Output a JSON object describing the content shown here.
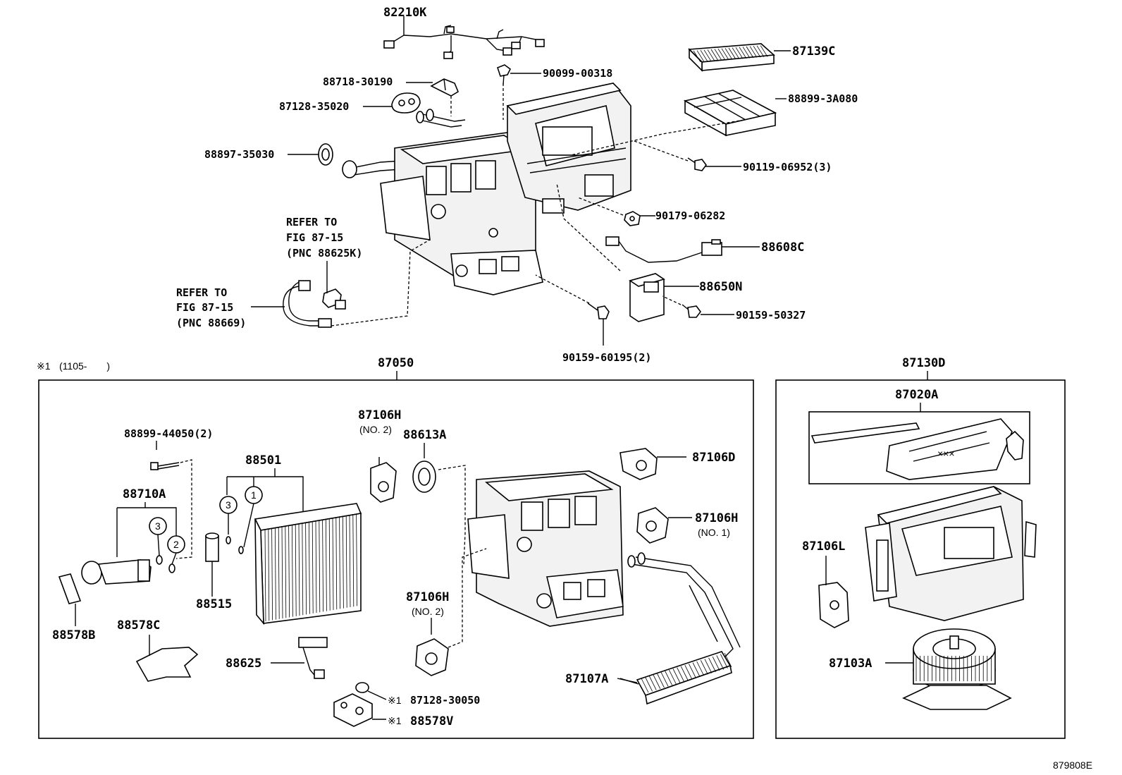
{
  "diagram_code": "879808E",
  "note_prefix": "※1",
  "note_range": "(1105-　　)",
  "assemblies": {
    "heater_unit": "87050",
    "blower_unit": "87130D"
  },
  "upper_labels": {
    "wire_82210K": "82210K",
    "filter_87139C": "87139C",
    "clip_88718": "88718-30190",
    "screw_90099": "90099-00318",
    "grommet_87128": "87128-35020",
    "case_88899": "88899-3A080",
    "seal_88897": "88897-35030",
    "screw_90119": "90119-06952(3)",
    "nut_90179": "90179-06282",
    "wire_88608C": "88608C",
    "amp_88650N": "88650N",
    "screw_90159_50327": "90159-50327",
    "screw_90159_60195": "90159-60195(2)"
  },
  "refer_notes": {
    "a_line1": "REFER TO",
    "a_line2": "FIG 87-15",
    "a_line3": "(PNC 88625K)",
    "b_line1": "REFER TO",
    "b_line2": "FIG 87-15",
    "b_line3": "(PNC 88669)"
  },
  "lower_labels": {
    "bolt_88899": "88899-44050(2)",
    "valve_88710A": "88710A",
    "evap_88501": "88501",
    "valve_88515": "88515",
    "pad_88578B": "88578B",
    "pad_88578C": "88578C",
    "sensor_88625": "88625",
    "servo_87106H_a": "87106H",
    "servo_87106H_a_sub": "(NO. 2)",
    "gear_88613A": "88613A",
    "servo_87106D": "87106D",
    "servo_87106H_b": "87106H",
    "servo_87106H_b_sub": "(NO. 1)",
    "servo_87106H_c": "87106H",
    "servo_87106H_c_sub": "(NO. 2)",
    "core_87107A": "87107A",
    "seal_87128_30050": "87128-30050",
    "cushion_88578V": "88578V",
    "circle_1": "1",
    "circle_2": "2",
    "circle_3a": "3",
    "circle_3b": "3"
  },
  "blower_labels": {
    "case_87020A": "87020A",
    "servo_87106L": "87106L",
    "motor_87103A": "87103A"
  }
}
